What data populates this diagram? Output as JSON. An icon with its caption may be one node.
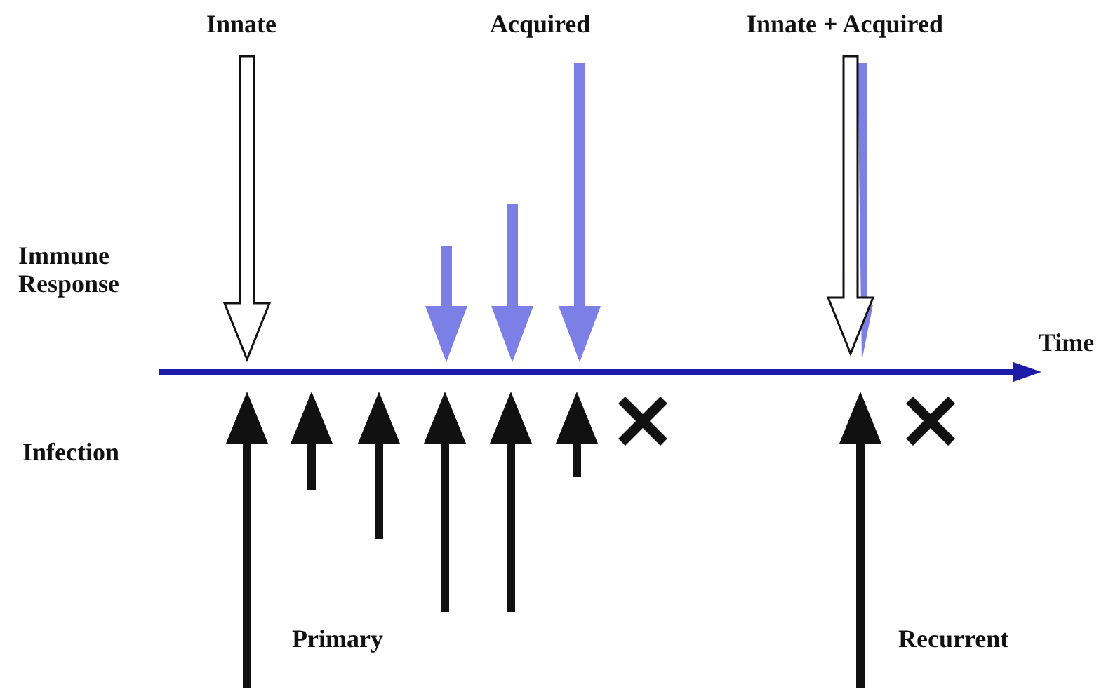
{
  "diagram": {
    "labels": [
      "Innate",
      "Acquired",
      "Innate + Acquired",
      "Immune Response",
      "Time",
      "Infection",
      "Primary",
      "Recurrent"
    ]
  }
}
